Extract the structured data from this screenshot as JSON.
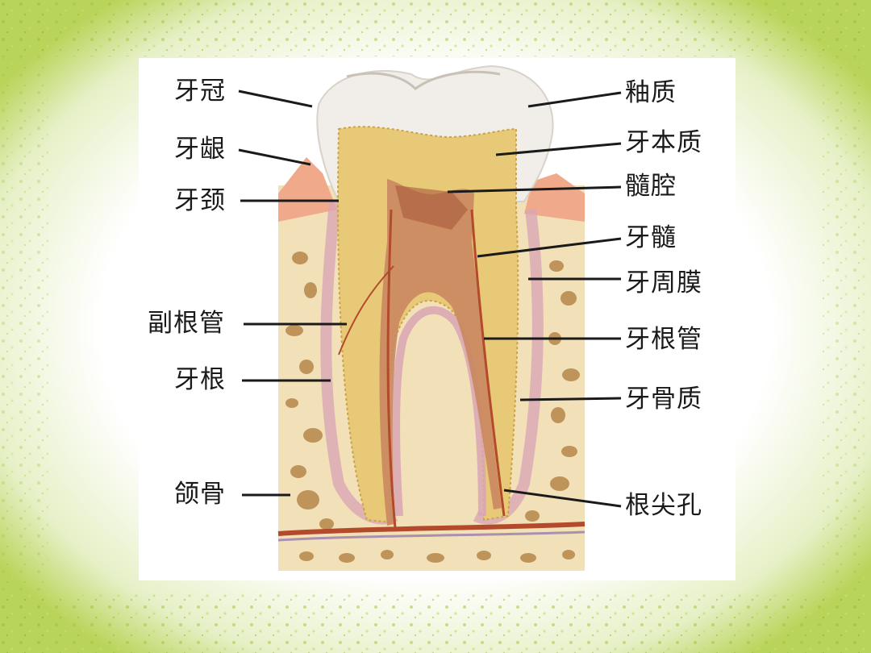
{
  "diagram": {
    "labels_left": [
      "牙冠",
      "牙龈",
      "牙颈",
      "副根管",
      "牙根",
      "颌骨"
    ],
    "labels_right": [
      "釉质",
      "牙本质",
      "髓腔",
      "牙髓",
      "牙周膜",
      "牙根管",
      "牙骨质",
      "根尖孔"
    ]
  },
  "colors": {
    "frame_green": "#b5d24f",
    "enamel": "#f1eee9",
    "dentin": "#e8c978",
    "pulp": "#c9875f",
    "gum": "#f0a98a",
    "bone": "#f2e0b8",
    "bone_spots": "#b5874a",
    "blood_vessel": "#b24a2b"
  }
}
